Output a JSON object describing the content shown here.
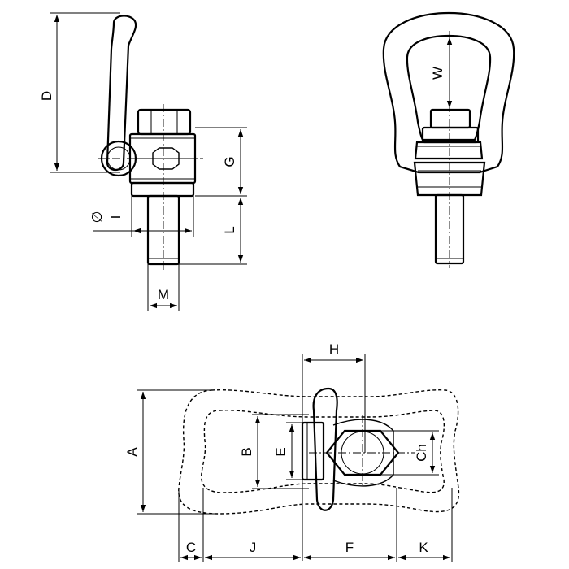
{
  "dimensions": {
    "D": "D",
    "G": "G",
    "L": "L",
    "I": "I",
    "diameter_symbol": "∅",
    "M": "M",
    "W": "W",
    "H": "H",
    "A": "A",
    "B": "B",
    "E": "E",
    "Ch": "Ch",
    "C": "C",
    "J": "J",
    "F": "F",
    "K": "K"
  }
}
